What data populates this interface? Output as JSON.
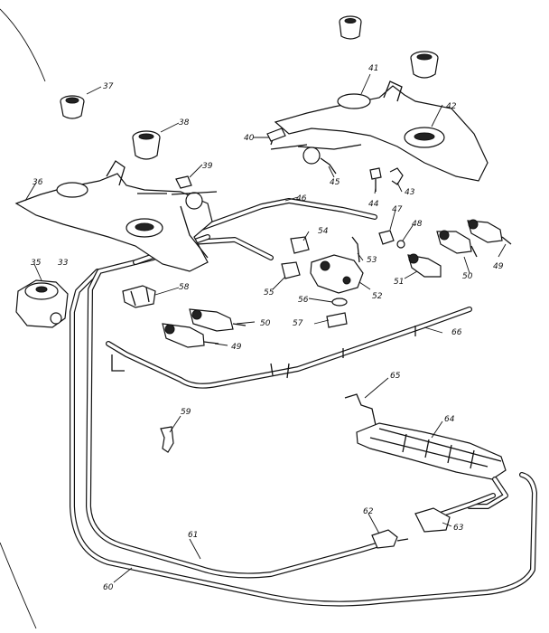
{
  "labels": {
    "p33": "33",
    "p35": "35",
    "p36": "36",
    "p37": "37",
    "p38": "38",
    "p39": "39",
    "p40": "40",
    "p41": "41",
    "p42": "42",
    "p43": "43",
    "p44": "44",
    "p45": "45",
    "p46": "46",
    "p47": "47",
    "p48": "48",
    "p49a": "49",
    "p49b": "49",
    "p50a": "50",
    "p50b": "50",
    "p51": "51",
    "p52": "52",
    "p53": "53",
    "p54": "54",
    "p55": "55",
    "p56": "56",
    "p57": "57",
    "p58": "58",
    "p59": "59",
    "p60": "60",
    "p61": "61",
    "p62": "62",
    "p63": "63",
    "p64": "64",
    "p65": "65",
    "p66": "66"
  }
}
